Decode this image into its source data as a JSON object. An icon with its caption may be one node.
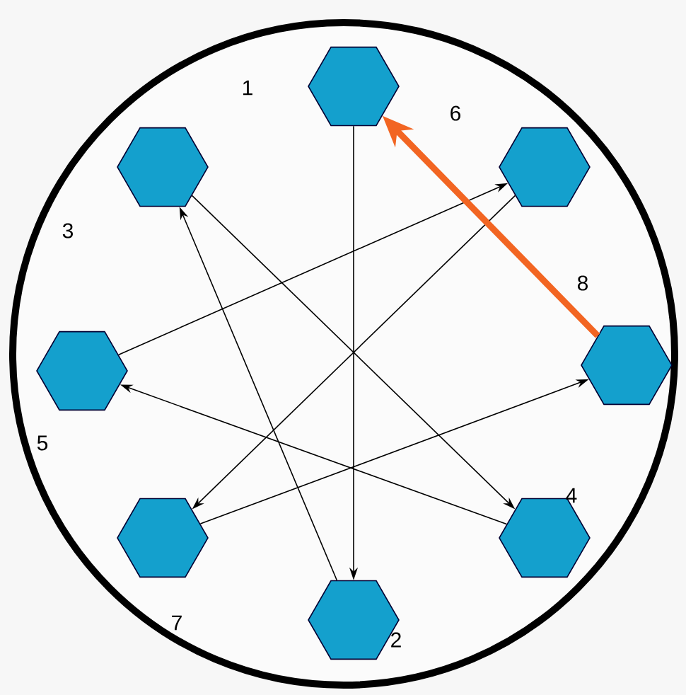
{
  "diagram": {
    "nodes": [
      {
        "text": [],
        "shape": "hexagon"
      },
      {
        "text": [],
        "shape": "hexagon"
      },
      {
        "text": [],
        "shape": "hexagon"
      },
      {
        "text": [],
        "shape": "hexagon"
      },
      {
        "text": [],
        "shape": "hexagon"
      },
      {
        "text": [],
        "shape": "hexagon"
      },
      {
        "text": [],
        "shape": "hexagon"
      },
      {
        "text": [],
        "shape": "hexagon"
      }
    ],
    "edges": [
      {
        "from": 0,
        "to": 7,
        "arrow": "to"
      },
      {
        "from": 7,
        "to": 1,
        "arrow": "to"
      },
      {
        "from": 1,
        "to": 6,
        "arrow": "to"
      },
      {
        "from": 6,
        "to": 3,
        "arrow": "to"
      },
      {
        "from": 3,
        "to": 2,
        "arrow": "to"
      },
      {
        "from": 2,
        "to": 5,
        "arrow": "to"
      },
      {
        "from": 5,
        "to": 4,
        "arrow": "to"
      },
      {
        "from": 4,
        "to": 0,
        "arrow": "to",
        "style": "thick",
        "color": "#f26522"
      }
    ],
    "labels": [
      "1",
      "6",
      "3",
      "8",
      "5",
      "4",
      "7",
      "2"
    ]
  }
}
